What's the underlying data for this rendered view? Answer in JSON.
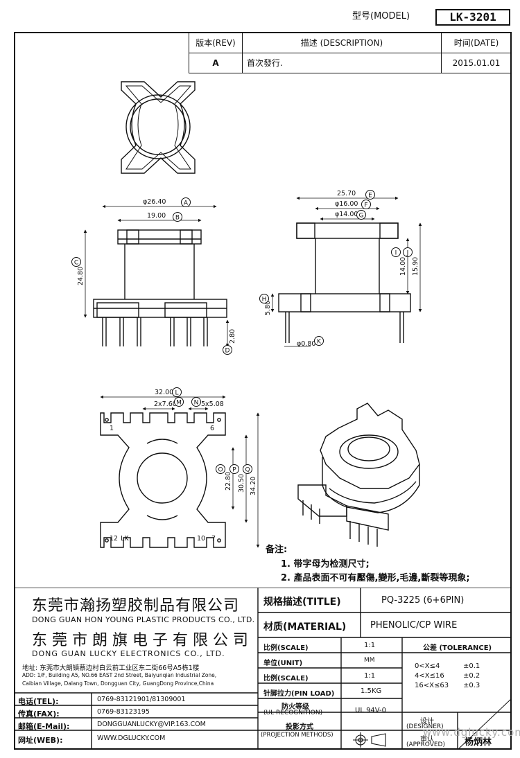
{
  "header": {
    "model_label": "型号(MODEL)",
    "model_value": "LK-3201"
  },
  "revision_table": {
    "col_rev": "版本(REV)",
    "col_desc": "描述 (DESCRIPTION)",
    "col_date": "时间(DATE)",
    "row_rev": "A",
    "row_desc": "首次發行.",
    "row_date": "2015.01.01"
  },
  "dimensions": {
    "A": "φ26.40",
    "B": "19.00",
    "C": "24.80",
    "D": "2.80",
    "E": "25.70",
    "F": "φ16.00",
    "G": "φ14.00",
    "H": "5.80",
    "I": "14.00",
    "J": "15.90",
    "K": "φ0.80",
    "L": "32.00",
    "M": "2x7.60",
    "N": "5x5.08",
    "O": "22.80",
    "P": "30.50",
    "Q": "34.20"
  },
  "letters": [
    "A",
    "B",
    "C",
    "D",
    "E",
    "F",
    "G",
    "H",
    "I",
    "J",
    "K",
    "L",
    "M",
    "N",
    "O",
    "P",
    "Q"
  ],
  "pin_marks": {
    "p1": "1",
    "p6": "6",
    "p12": "12",
    "lk": "LK",
    "p10": "10",
    "p7": "7"
  },
  "notes": {
    "title": "备注:",
    "line1": "1. 带字母为检测尺寸;",
    "line2": "2. 產品表面不可有壓傷,變形,毛邊,斷裂等現象;"
  },
  "company": {
    "name1_cn": "东莞市瀚扬塑胶制品有限公司",
    "name1_en": "DONG GUAN HON YOUNG PLASTIC PRODUCTS CO., LTD.",
    "name2_cn": "东 莞 市 朗 旗 电 子 有 限 公 司",
    "name2_en": "DONG GUAN LUCKY ELECTRONICS CO., LTD.",
    "address_cn": "地址: 东莞市大朗镇蔡边村白云前工业区东二街66号A5栋1楼",
    "address_en1": "ADD: 1/F, Building A5, NO.66 EAST 2nd Street, Baiyunqian Industrial Zone,",
    "address_en2": "Caibian Village, Dalang Town, Dongguan City, GuangDong Province,China"
  },
  "contacts": [
    {
      "label": "电话(TEL):",
      "value": "0769-83121901/81309001"
    },
    {
      "label": "传真(FAX):",
      "value": "0769-83123195"
    },
    {
      "label": "邮箱(E-Mail):",
      "value": "DONGGUANLUCKY@VIP.163.COM"
    },
    {
      "label": "网址(WEB):",
      "value": "WWW.DGLUCKY.COM"
    }
  ],
  "spec": {
    "title_label": "规格描述(TITLE)",
    "title_value": "PQ-3225 (6+6PIN)",
    "material_label": "材质(MATERIAL)",
    "material_value": "PHENOLIC/CP WIRE",
    "scale_label": "比例(SCALE)",
    "scale_value": "1:1",
    "unit_label": "单位(UNIT)",
    "unit_value": "MM",
    "scale2_label": "比例(SCALE)",
    "scale2_value": "1:1",
    "pinload_label": "针脚拉力(PIN LOAD)",
    "pinload_value": "1.5KG",
    "ul_label1": "防火等级",
    "ul_label2": "(UL RECOGNITION)",
    "ul_value": "UL 94V-0",
    "proj_label1": "投影方式",
    "proj_label2": "(PROJECTION METHODS)",
    "tolerance_label": "公差 (TOLERANCE)",
    "tol1_range": "0<X≤4",
    "tol1_value": "±0.1",
    "tol2_range": "4<X≤16",
    "tol2_value": "±0.2",
    "tol3_range": "16<X≤63",
    "tol3_value": "±0.3",
    "designer_label1": "设计",
    "designer_label2": "(DESIGNER)",
    "approved_label1": "审认",
    "approved_label2": "(APPROVED)",
    "approved_name": "杨炳林",
    "watermark": "www.dglucky.com"
  }
}
